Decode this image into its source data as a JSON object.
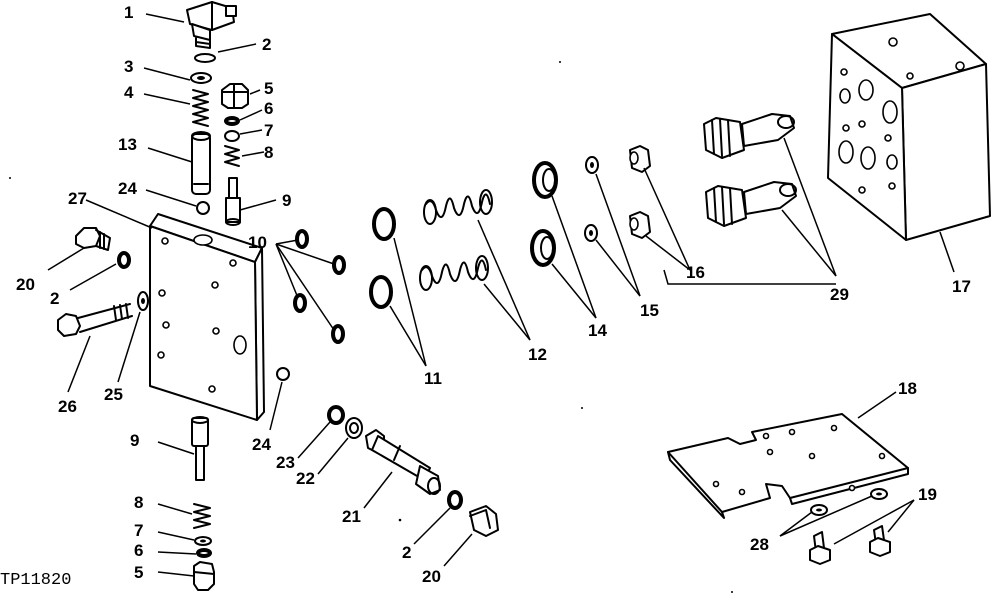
{
  "figure_id": "TP11820",
  "callouts": [
    "1",
    "2",
    "3",
    "4",
    "5",
    "6",
    "7",
    "8",
    "9",
    "10",
    "11",
    "12",
    "13",
    "14",
    "15",
    "16",
    "17",
    "18",
    "19",
    "20",
    "21",
    "22",
    "23",
    "24",
    "25",
    "26",
    "27",
    "28",
    "29"
  ]
}
